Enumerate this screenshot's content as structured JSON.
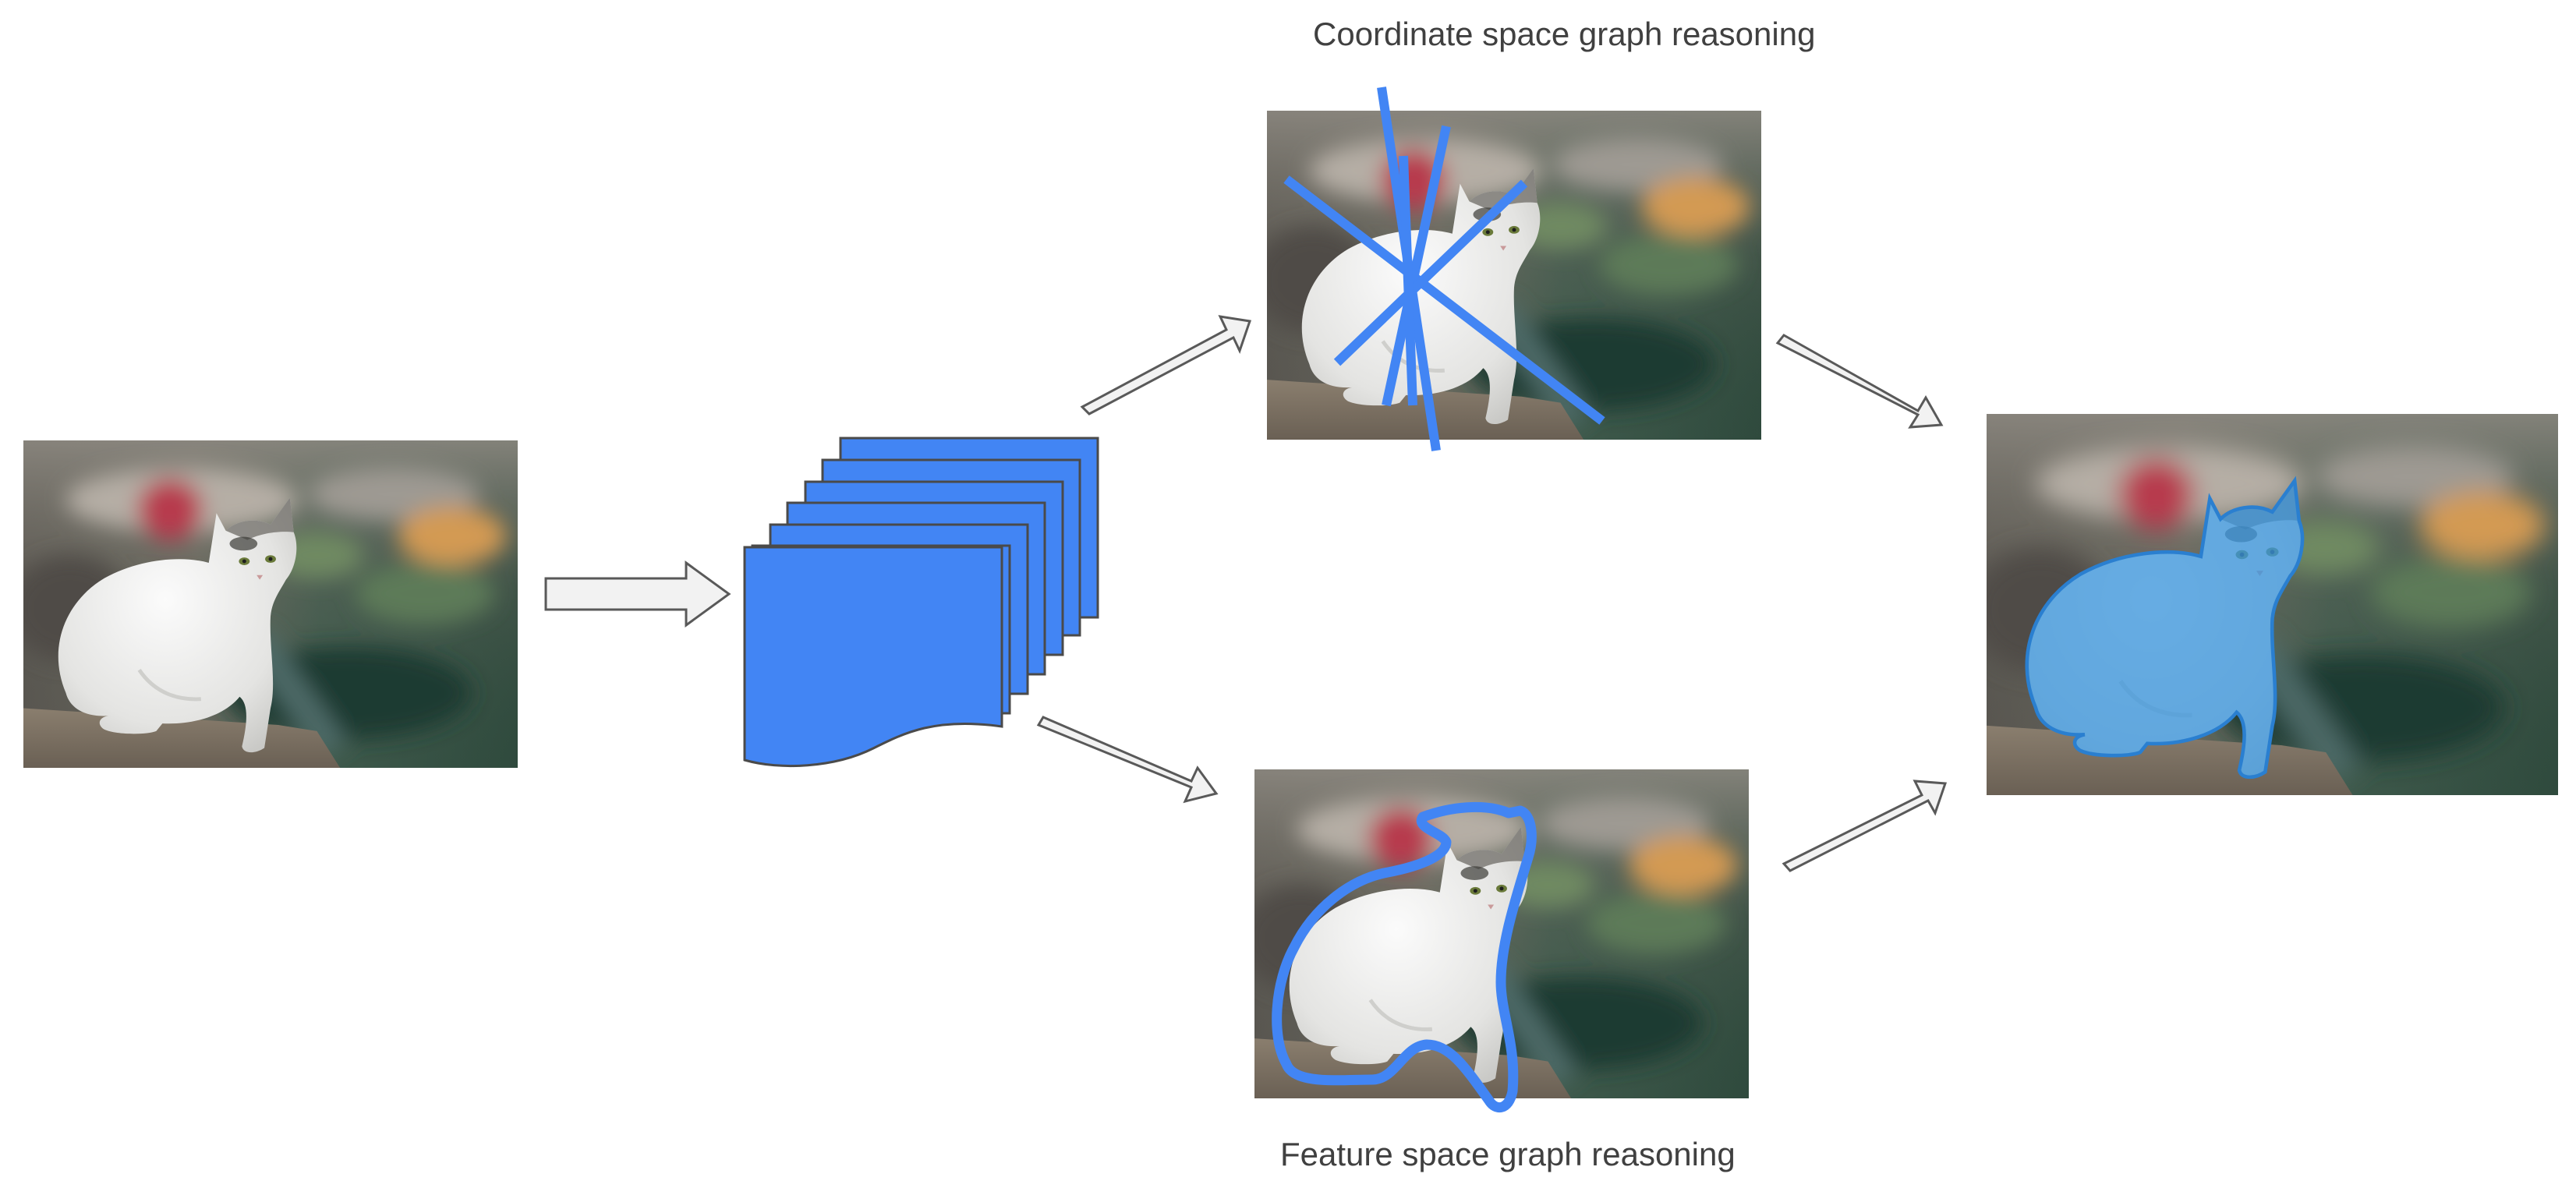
{
  "labels": {
    "coordinate": "Coordinate space graph reasoning",
    "feature": "Feature space graph reasoning"
  },
  "colors": {
    "accent": "#4285F4",
    "overlay": "#3C96DC",
    "arrow_fill": "#F2F2F2",
    "arrow_stroke": "#595959",
    "text": "#404040"
  },
  "icons": {
    "input_image": "cat-photo",
    "feature_maps": "feature-map-stack",
    "coordinate_image": "cat-photo-with-graph-lines",
    "feature_image": "cat-photo-with-contour",
    "output_image": "cat-segmentation-mask"
  }
}
